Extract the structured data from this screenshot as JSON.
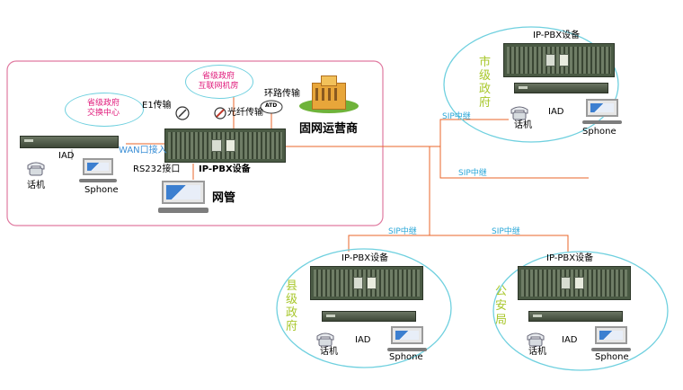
{
  "provincial": {
    "cloud_exchange": [
      "省级政府",
      "交换中心"
    ],
    "cloud_idc": [
      "省级政府",
      "互联网机房"
    ],
    "e1_label": "E1传输",
    "fiber_label": "光纤传输",
    "ring_label": "环路传输",
    "atd_label": "ATD",
    "carrier_label": "固网运营商",
    "wan_label": "WAN口接入",
    "rs232_label": "RS232接口",
    "pbx_label": "IP-PBX设备",
    "iad_label": "IAD",
    "phone_label": "话机",
    "sphone_label": "Sphone",
    "nms_label": "网管"
  },
  "links": {
    "sip_top": "SIP中继",
    "sip_mid": "SIP中继",
    "sip_left": "SIP中继",
    "sip_right": "SIP中继"
  },
  "city": {
    "name": [
      "市",
      "级",
      "政",
      "府"
    ],
    "pbx_label": "IP-PBX设备",
    "iad_label": "IAD",
    "phone_label": "话机",
    "sphone_label": "Sphone"
  },
  "county": {
    "name": [
      "县",
      "级",
      "政",
      "府"
    ],
    "pbx_label": "IP-PBX设备",
    "iad_label": "IAD",
    "phone_label": "话机",
    "sphone_label": "Sphone"
  },
  "police": {
    "name": [
      "公",
      "安",
      "局"
    ],
    "pbx_label": "IP-PBX设备",
    "iad_label": "IAD",
    "phone_label": "话机",
    "sphone_label": "Sphone"
  },
  "colors": {
    "region_border": "#e07aa0",
    "link_line": "#e8662a",
    "label_blue": "#3b8fd6",
    "sip_cyan": "#2aa7d8",
    "branch_name": "#a8c72b",
    "cloud_text": "#e0197a"
  }
}
